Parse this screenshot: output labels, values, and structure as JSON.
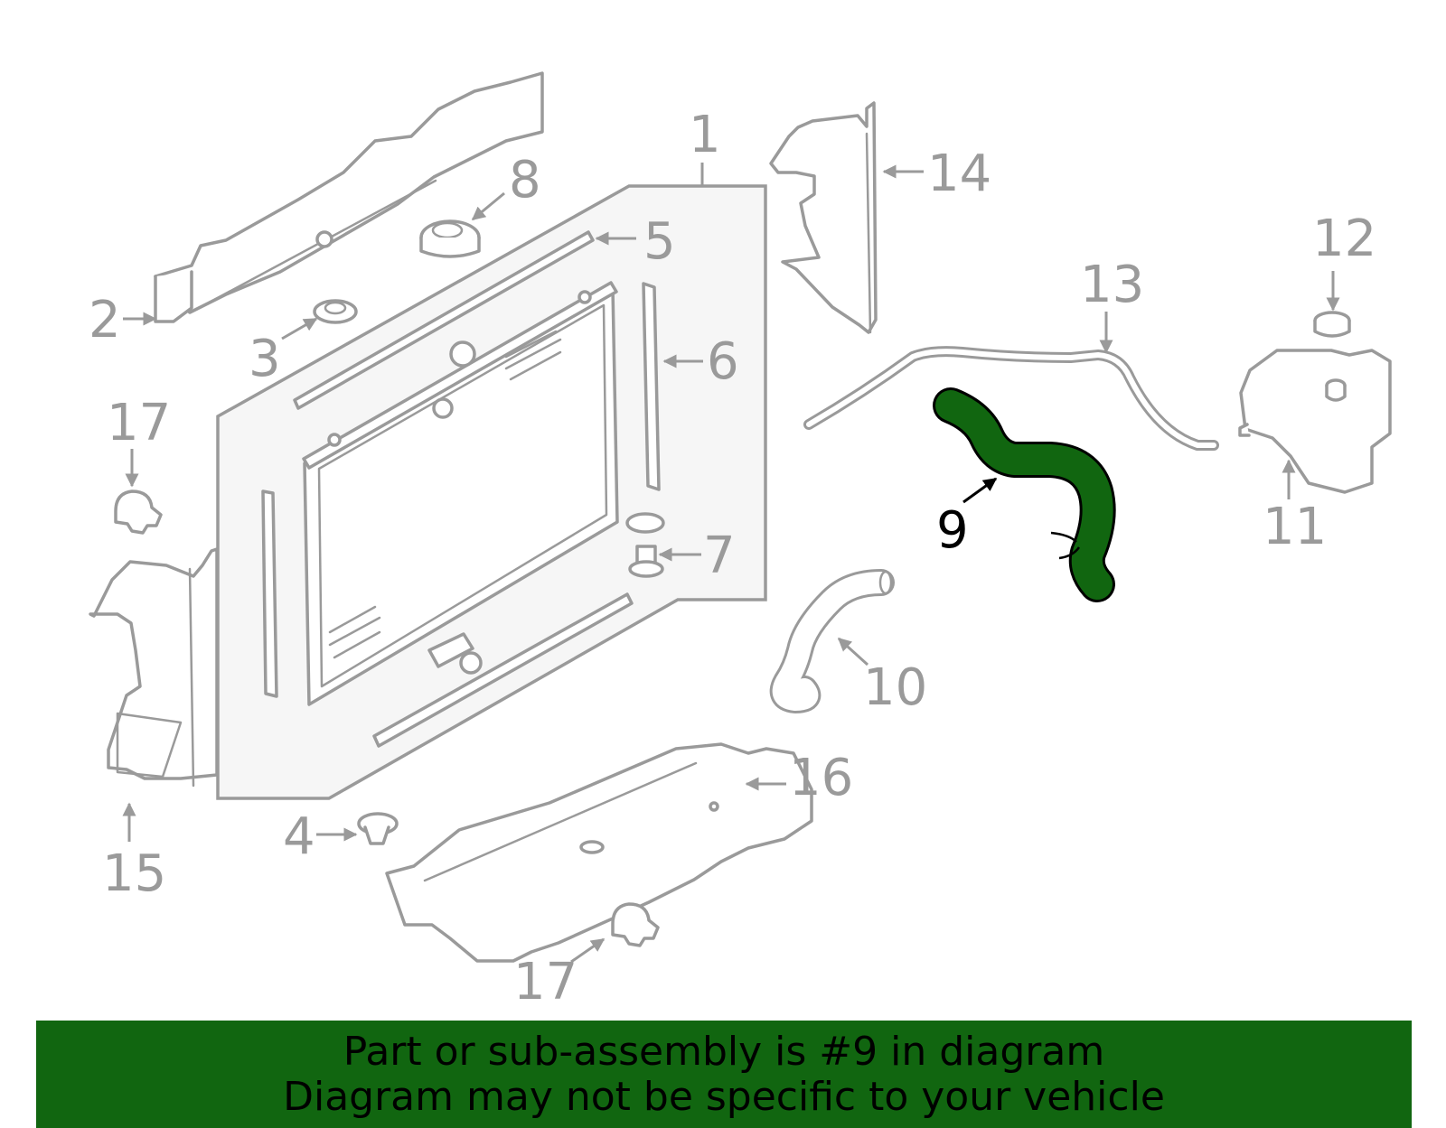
{
  "callouts": {
    "c1": "1",
    "c2": "2",
    "c3": "3",
    "c4": "4",
    "c5": "5",
    "c6": "6",
    "c7": "7",
    "c8": "8",
    "c9": "9",
    "c10": "10",
    "c11": "11",
    "c12": "12",
    "c13": "13",
    "c14": "14",
    "c15": "15",
    "c16": "16",
    "c17a": "17",
    "c17b": "17"
  },
  "banner": {
    "line1": "Part or sub-assembly is #9 in diagram",
    "line2": "Diagram may not be specific to your vehicle"
  },
  "colors": {
    "highlight_part": "#116610",
    "banner_background": "#116610",
    "part_outline": "#9a9a9a",
    "callout_text": "#9a9a9a"
  }
}
